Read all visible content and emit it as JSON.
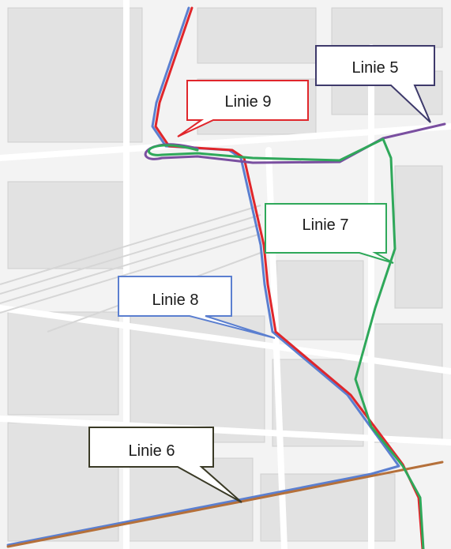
{
  "map": {
    "colors": {
      "background": "#f3f3f3",
      "block": "#e2e2e2",
      "block_outline": "#cfcfcf",
      "street": "#ffffff",
      "rail": "#d6d6d6",
      "callout_fill": "#ffffff"
    },
    "lines": [
      {
        "id": "linie-5",
        "label": "Linie 5",
        "color": "#7a4fa0",
        "callout_border": "#3e3a6b"
      },
      {
        "id": "linie-6",
        "label": "Linie 6",
        "color": "#b5703a",
        "callout_border": "#3a3a26"
      },
      {
        "id": "linie-7",
        "label": "Linie 7",
        "color": "#2fa85a",
        "callout_border": "#2fa85a"
      },
      {
        "id": "linie-8",
        "label": "Linie 8",
        "color": "#5b7fd0",
        "callout_border": "#5b7fd0"
      },
      {
        "id": "linie-9",
        "label": "Linie 9",
        "color": "#e0262b",
        "callout_border": "#e0262b"
      }
    ]
  }
}
